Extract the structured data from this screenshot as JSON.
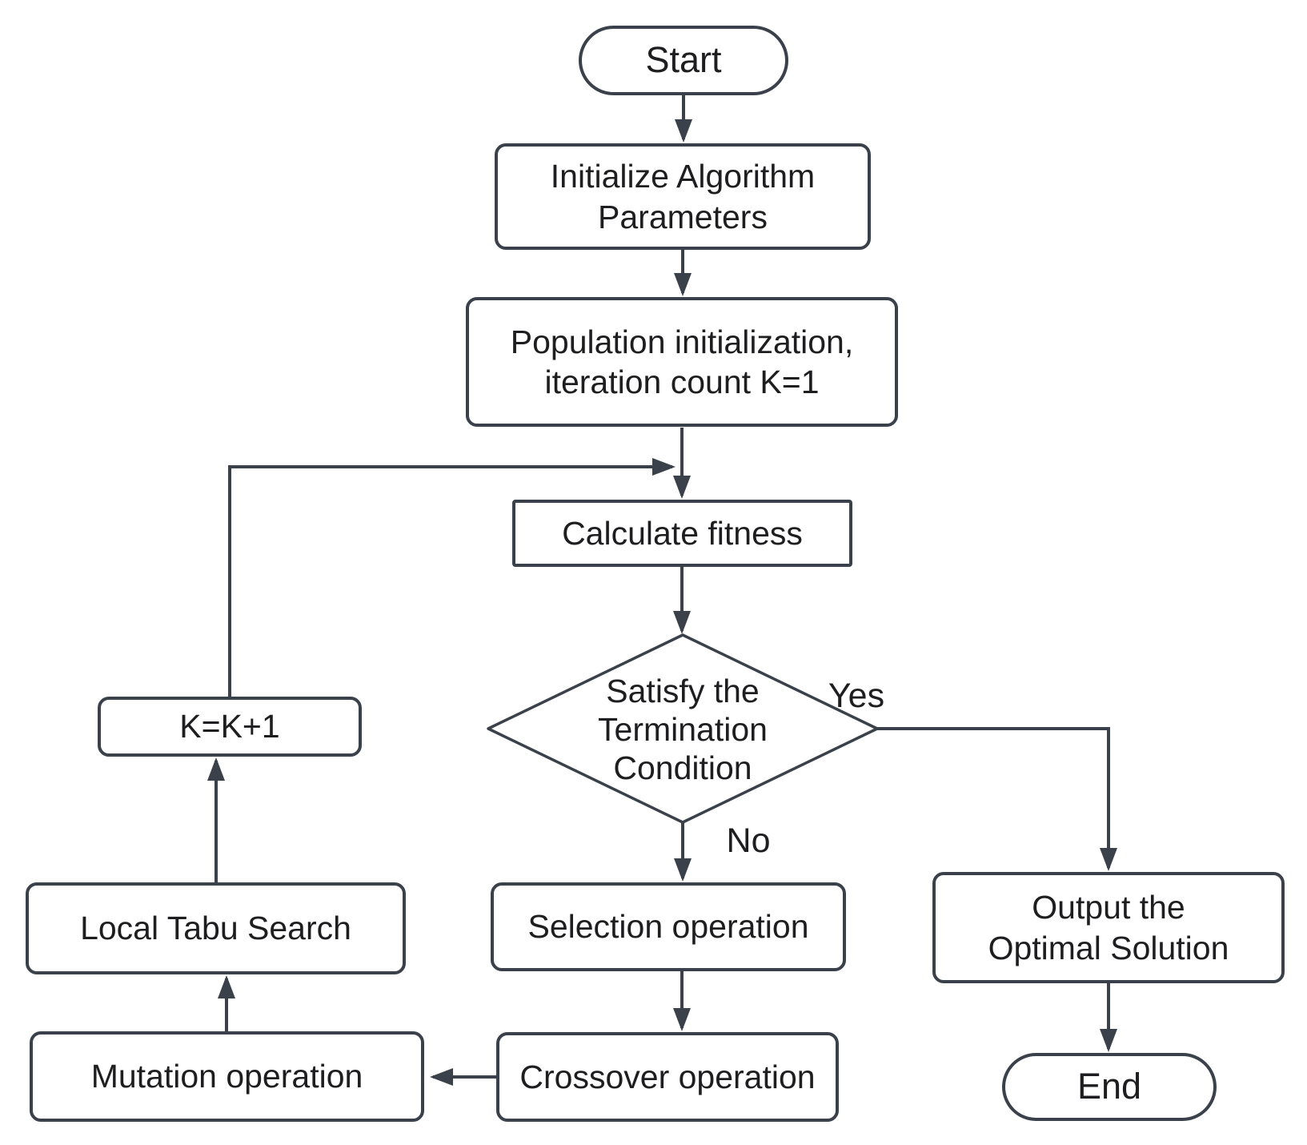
{
  "diagram": {
    "type": "flowchart",
    "nodes": {
      "start": {
        "label": "Start",
        "shape": "terminator"
      },
      "init_params": {
        "label": "Initialize Algorithm\nParameters",
        "shape": "process"
      },
      "pop_init": {
        "label": "Population initialization,\niteration count K=1",
        "shape": "process"
      },
      "calc_fitness": {
        "label": "Calculate fitness",
        "shape": "process"
      },
      "termination": {
        "label": "Satisfy the\nTermination\nCondition",
        "shape": "decision"
      },
      "selection": {
        "label": "Selection operation",
        "shape": "process"
      },
      "crossover": {
        "label": "Crossover operation",
        "shape": "process"
      },
      "mutation": {
        "label": "Mutation operation",
        "shape": "process"
      },
      "local_tabu": {
        "label": "Local Tabu Search",
        "shape": "process"
      },
      "increment_k": {
        "label": "K=K+1",
        "shape": "process"
      },
      "output": {
        "label": "Output the\nOptimal Solution",
        "shape": "process"
      },
      "end": {
        "label": "End",
        "shape": "terminator"
      }
    },
    "edges": [
      {
        "from": "start",
        "to": "init_params",
        "label": ""
      },
      {
        "from": "init_params",
        "to": "pop_init",
        "label": ""
      },
      {
        "from": "pop_init",
        "to": "calc_fitness",
        "label": ""
      },
      {
        "from": "calc_fitness",
        "to": "termination",
        "label": ""
      },
      {
        "from": "termination",
        "to": "selection",
        "label": "No"
      },
      {
        "from": "termination",
        "to": "output",
        "label": "Yes"
      },
      {
        "from": "selection",
        "to": "crossover",
        "label": ""
      },
      {
        "from": "crossover",
        "to": "mutation",
        "label": ""
      },
      {
        "from": "mutation",
        "to": "local_tabu",
        "label": ""
      },
      {
        "from": "local_tabu",
        "to": "increment_k",
        "label": ""
      },
      {
        "from": "increment_k",
        "to": "calc_fitness",
        "label": ""
      },
      {
        "from": "output",
        "to": "end",
        "label": ""
      }
    ],
    "colors": {
      "stroke": "#3a414a",
      "text": "#1e1e20",
      "node_fill": "#ffffff",
      "background": "#ffffff"
    }
  }
}
